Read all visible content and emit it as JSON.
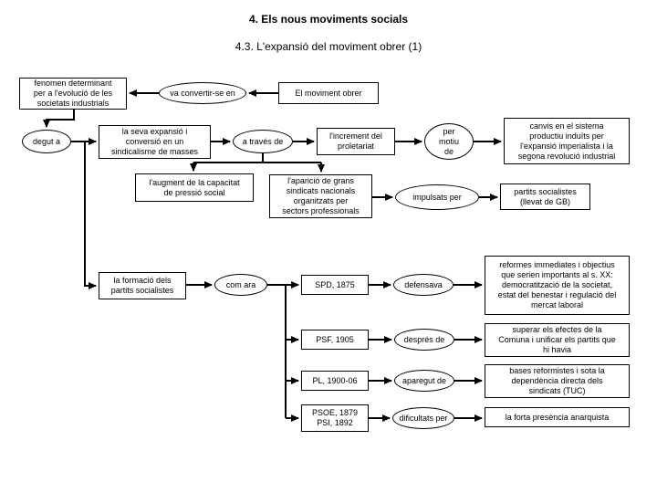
{
  "page": {
    "title": "4. Els nous moviments socials",
    "subtitle": "4.3. L'expansió del moviment obrer (1)"
  },
  "nodes": {
    "fenomen": "fenomen determinant\nper a l'evolució de les\nsocietats industrials",
    "va_convertirse": "va convertir-se en",
    "moviment_obrer": "El moviment obrer",
    "degut_a": "degut a",
    "expansio": "la seva expansió i\nconversió en un\nsindicalisme de masses",
    "a_traves": "a través de",
    "increment": "l'increment del\nproletariat",
    "per_motiu": "per\nmotiu\nde",
    "canvis": "canvis en el sistema\nproductiu induïts per\nl'expansió imperialista i la\nsegona revolució industrial",
    "augment": "l'augment de la capacitat\nde pressió social",
    "aparicio": "l'aparició de grans\nsindicats nacionals\norganitzats per\nsectors professionals",
    "impulsats": "impulsats per",
    "partits_gb": "partits socialistes\n(llevat de GB)",
    "formacio": "la formació dels\npartits socialistes",
    "com_ara": "com ara",
    "spd": "SPD, 1875",
    "defensava": "defensava",
    "reformes": "reformes immediates i objectius\nque serien importants al s. XX:\ndemocratització de la societat,\nestat del benestar i regulació del\nmercat laboral",
    "psf": "PSF, 1905",
    "despres": "després de",
    "superar": "superar els efectes de la\nComuna i unificar els partits que\nhi havia",
    "pl": "PL, 1900-06",
    "aparegut": "aparegut de",
    "bases": "bases reformistes i sota la\ndependència directa dels\nsindicats (TUC)",
    "psoe": "PSOE, 1879\nPSI, 1892",
    "dificultats": "dificultats per",
    "forta": "la forta presència anarquista"
  }
}
